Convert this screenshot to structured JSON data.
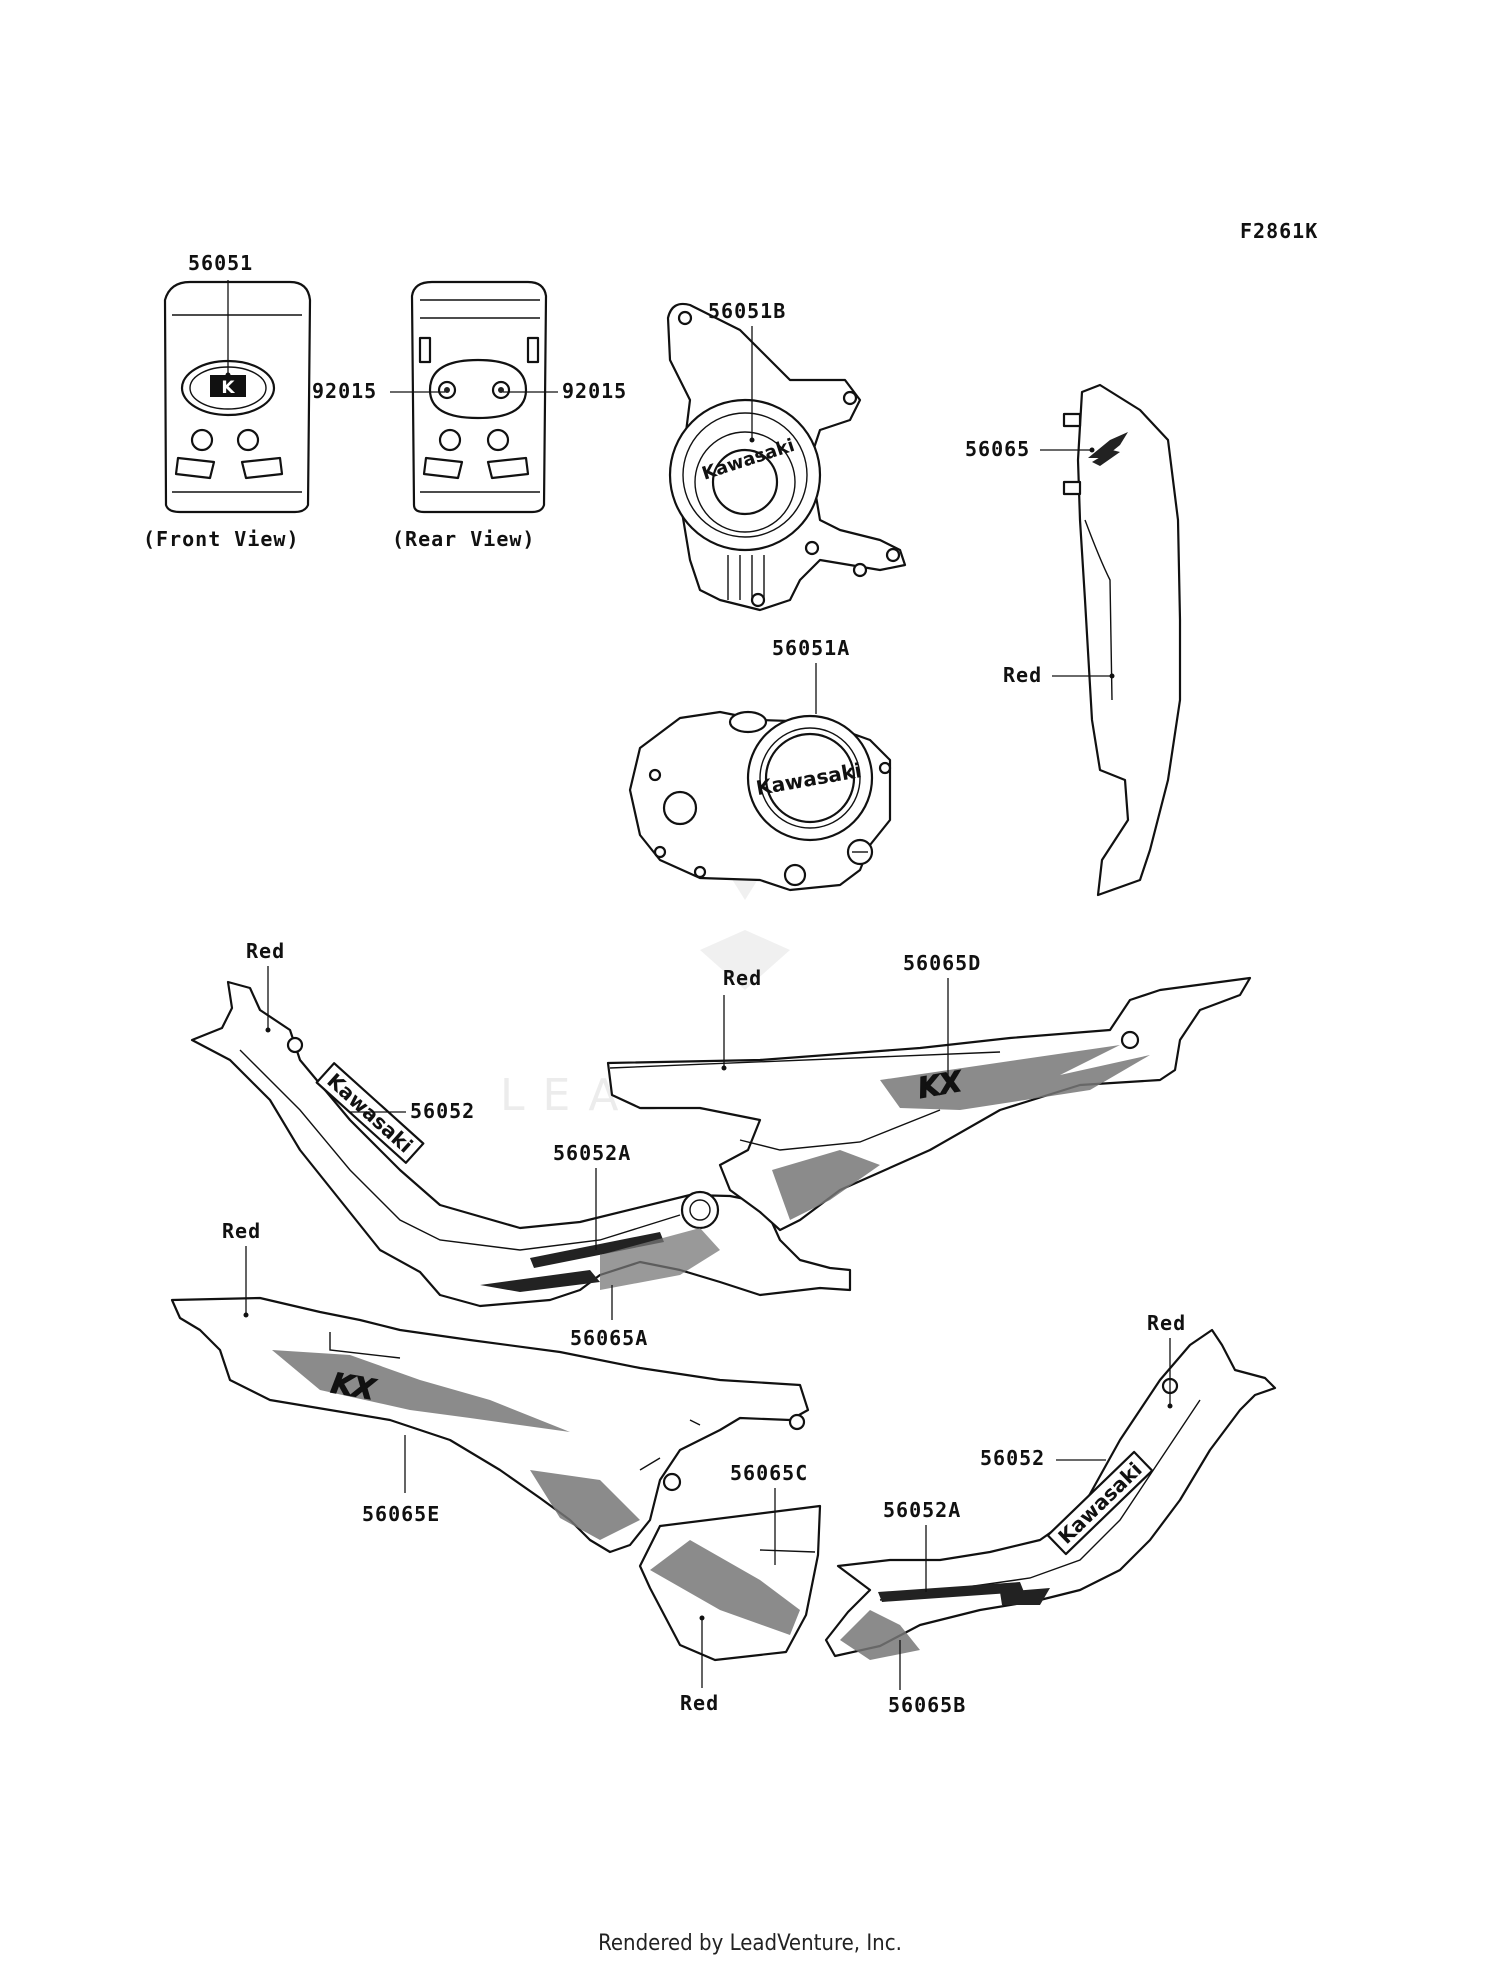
{
  "figure_code": "F2861K",
  "footer": "Rendered by LeadVenture, Inc.",
  "watermark": "LEADVENTURE",
  "views": {
    "front": "(Front View)",
    "rear": "(Rear View)"
  },
  "logos": {
    "brand": "Kawasaki",
    "emblem": "K"
  },
  "parts": {
    "p56051": "56051",
    "p92015_left": "92015",
    "p92015_right": "92015",
    "p56051B": "56051B",
    "p56051A": "56051A",
    "p56065": "56065",
    "p56065D": "56065D",
    "p56052_top": "56052",
    "p56052A_top": "56052A",
    "p56065A": "56065A",
    "p56065E": "56065E",
    "p56065C": "56065C",
    "p56052_right": "56052",
    "p56052A_right": "56052A",
    "p56065B": "56065B"
  },
  "colors": {
    "red_1": "Red",
    "red_2": "Red",
    "red_3": "Red",
    "red_4": "Red",
    "red_5": "Red",
    "red_6": "Red"
  }
}
